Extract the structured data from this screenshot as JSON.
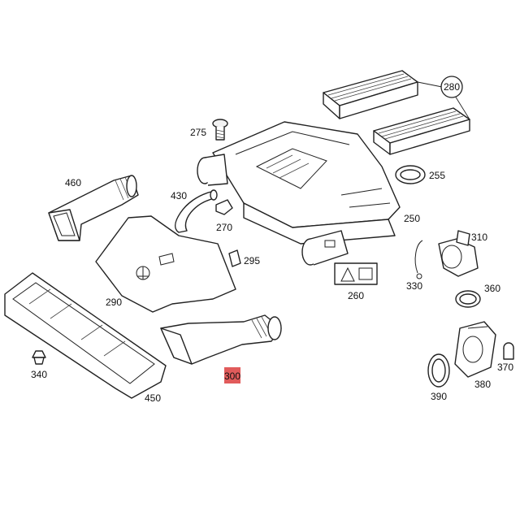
{
  "parts": [
    {
      "id": "p250",
      "label": "250"
    },
    {
      "id": "p255",
      "label": "255"
    },
    {
      "id": "p260",
      "label": "260"
    },
    {
      "id": "p270",
      "label": "270"
    },
    {
      "id": "p275",
      "label": "275"
    },
    {
      "id": "p280",
      "label": "280"
    },
    {
      "id": "p290",
      "label": "290"
    },
    {
      "id": "p295",
      "label": "295"
    },
    {
      "id": "p300",
      "label": "300"
    },
    {
      "id": "p310",
      "label": "310"
    },
    {
      "id": "p330",
      "label": "330"
    },
    {
      "id": "p340",
      "label": "340"
    },
    {
      "id": "p360",
      "label": "360"
    },
    {
      "id": "p370",
      "label": "370"
    },
    {
      "id": "p380",
      "label": "380"
    },
    {
      "id": "p390",
      "label": "390"
    },
    {
      "id": "p430",
      "label": "430"
    },
    {
      "id": "p450",
      "label": "450"
    },
    {
      "id": "p460",
      "label": "460"
    }
  ],
  "highlighted_part": "300",
  "colors": {
    "highlight": "#e15b5b",
    "line": "#222222",
    "background": "#ffffff"
  }
}
